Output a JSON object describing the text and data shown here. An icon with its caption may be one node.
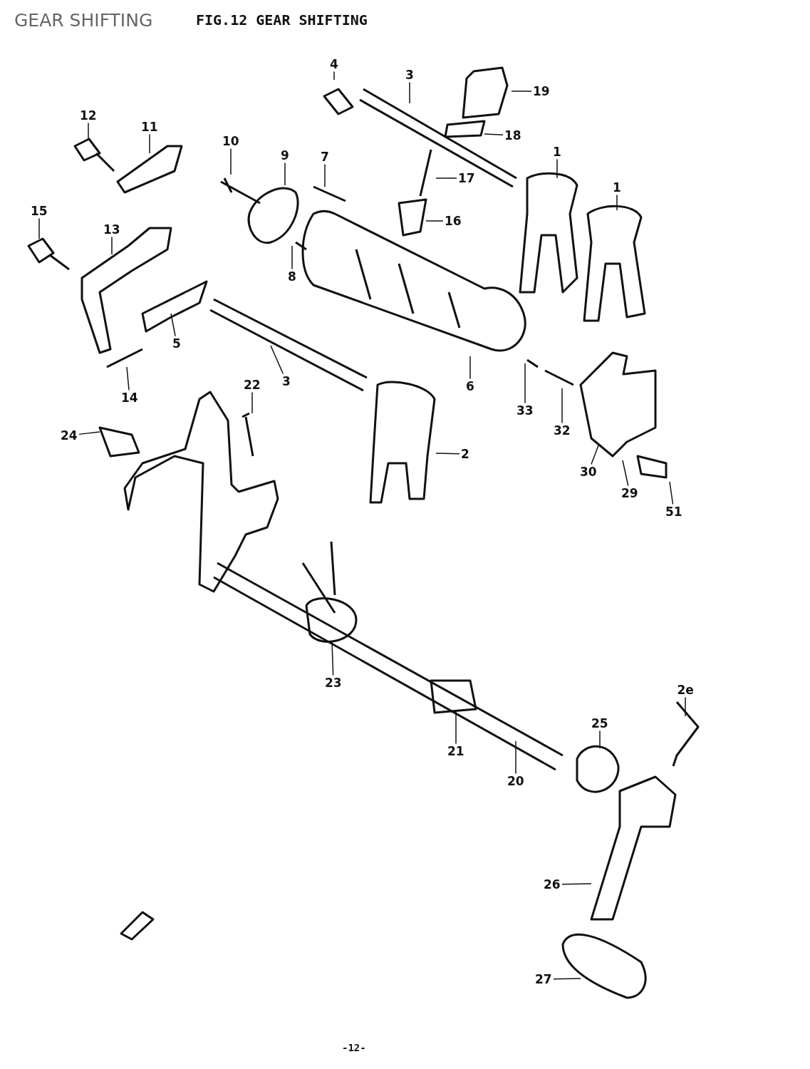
{
  "diagram": {
    "title": "GEAR SHIFTING",
    "nodes": [
      {
        "text": [
          "4"
        ]
      },
      {
        "text": [
          "3"
        ]
      },
      {
        "text": [
          "19"
        ]
      },
      {
        "text": [
          "12"
        ]
      },
      {
        "text": [
          "11"
        ]
      },
      {
        "text": [
          "10"
        ]
      },
      {
        "text": [
          "9"
        ]
      },
      {
        "text": [
          "7"
        ]
      },
      {
        "text": [
          "18"
        ]
      },
      {
        "text": [
          "1"
        ]
      },
      {
        "text": [
          "1"
        ]
      },
      {
        "text": [
          "17"
        ]
      },
      {
        "text": [
          "15"
        ]
      },
      {
        "text": [
          "13"
        ]
      },
      {
        "text": [
          "16"
        ]
      },
      {
        "text": [
          "8"
        ]
      },
      {
        "text": [
          "5"
        ]
      },
      {
        "text": [
          "6"
        ]
      },
      {
        "text": [
          "3"
        ]
      },
      {
        "text": [
          "22"
        ]
      },
      {
        "text": [
          "14"
        ]
      },
      {
        "text": [
          "33"
        ]
      },
      {
        "text": [
          "32"
        ]
      },
      {
        "text": [
          "24"
        ]
      },
      {
        "text": [
          "2"
        ]
      },
      {
        "text": [
          "30"
        ]
      },
      {
        "text": [
          "29"
        ]
      },
      {
        "text": [
          "51"
        ]
      },
      {
        "text": [
          "23"
        ]
      },
      {
        "text": [
          "2e"
        ]
      },
      {
        "text": [
          "25"
        ]
      },
      {
        "text": [
          "21"
        ]
      },
      {
        "text": [
          "20"
        ]
      },
      {
        "text": [
          "26"
        ]
      },
      {
        "text": [
          "27"
        ]
      }
    ],
    "edges": [
      {
        "from": 0,
        "to": null,
        "arrow": "none"
      },
      {
        "from": 1,
        "to": null,
        "arrow": "none"
      },
      {
        "from": 2,
        "to": null,
        "arrow": "none"
      },
      {
        "from": 3,
        "to": null,
        "arrow": "none"
      },
      {
        "from": 4,
        "to": null,
        "arrow": "none"
      },
      {
        "from": 5,
        "to": null,
        "arrow": "none"
      },
      {
        "from": 6,
        "to": null,
        "arrow": "none"
      },
      {
        "from": 7,
        "to": null,
        "arrow": "none"
      },
      {
        "from": 8,
        "to": null,
        "arrow": "none"
      },
      {
        "from": 9,
        "to": null,
        "arrow": "none"
      },
      {
        "from": 10,
        "to": null,
        "arrow": "none"
      },
      {
        "from": 11,
        "to": null,
        "arrow": "none"
      },
      {
        "from": 12,
        "to": null,
        "arrow": "none"
      },
      {
        "from": 13,
        "to": null,
        "arrow": "none"
      },
      {
        "from": 14,
        "to": null,
        "arrow": "none"
      },
      {
        "from": 15,
        "to": null,
        "arrow": "none"
      },
      {
        "from": 16,
        "to": null,
        "arrow": "none"
      },
      {
        "from": 17,
        "to": null,
        "arrow": "none"
      },
      {
        "from": 18,
        "to": null,
        "arrow": "none"
      },
      {
        "from": 19,
        "to": null,
        "arrow": "none"
      },
      {
        "from": 20,
        "to": null,
        "arrow": "none"
      },
      {
        "from": 21,
        "to": null,
        "arrow": "none"
      },
      {
        "from": 22,
        "to": null,
        "arrow": "none"
      },
      {
        "from": 23,
        "to": null,
        "arrow": "none"
      },
      {
        "from": 24,
        "to": null,
        "arrow": "none"
      },
      {
        "from": 25,
        "to": null,
        "arrow": "none"
      },
      {
        "from": 26,
        "to": null,
        "arrow": "none"
      },
      {
        "from": 27,
        "to": null,
        "arrow": "none"
      },
      {
        "from": 28,
        "to": null,
        "arrow": "none"
      },
      {
        "from": 29,
        "to": null,
        "arrow": "none"
      },
      {
        "from": 30,
        "to": null,
        "arrow": "none"
      },
      {
        "from": 31,
        "to": null,
        "arrow": "none"
      },
      {
        "from": 32,
        "to": null,
        "arrow": "none"
      },
      {
        "from": 33,
        "to": null,
        "arrow": "none"
      },
      {
        "from": 34,
        "to": null,
        "arrow": "none"
      }
    ],
    "labels": [
      "FIG.12 GEAR SHIFTING",
      "-12-"
    ]
  }
}
